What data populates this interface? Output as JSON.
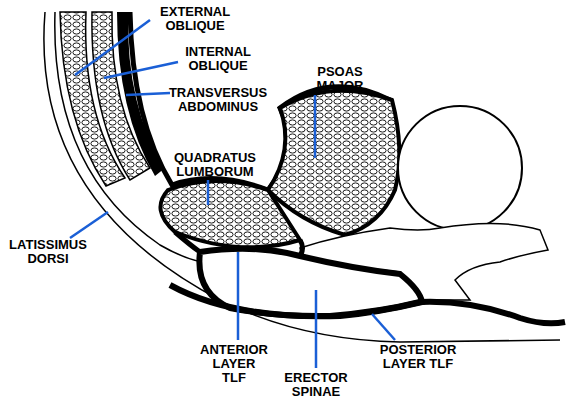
{
  "diagram": {
    "labels": [
      "EXTERNAL OBLIQUE",
      "INTERNAL OBLIQUE",
      "TRANSVERSUS ABDOMINUS",
      "PSOAS MAJOR",
      "QUADRATUS LUMBORUM",
      "LATISSIMUS DORSI",
      "ANTERIOR LAYER TLF",
      "ERECTOR SPINAE",
      "POSTERIOR LAYER TLF"
    ]
  }
}
